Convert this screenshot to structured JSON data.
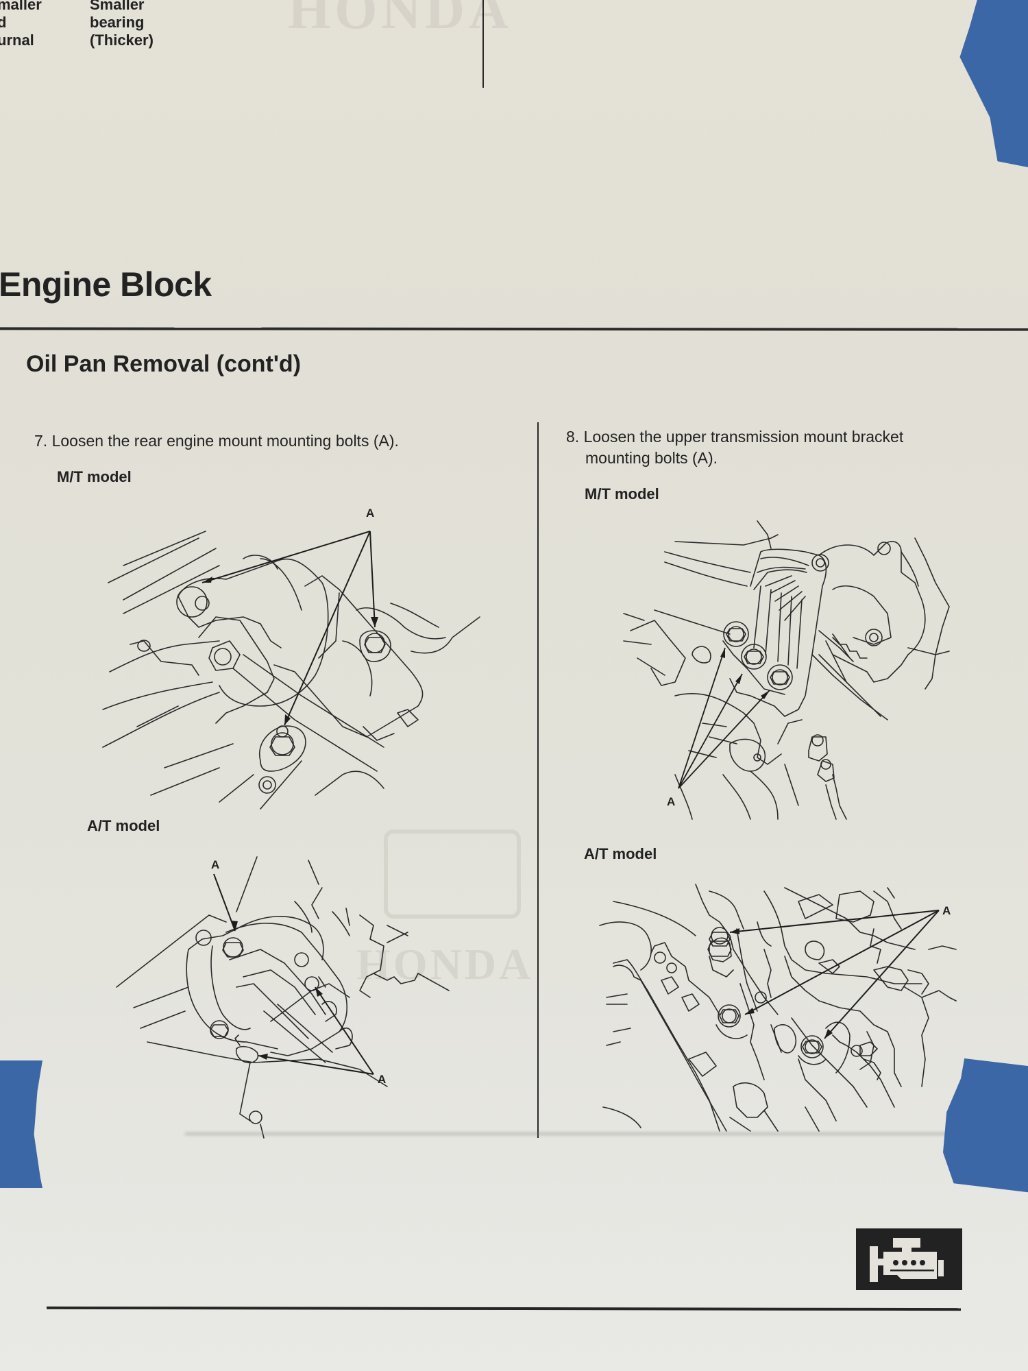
{
  "previous_page": {
    "col1_lines": [
      "maller",
      "d",
      "urnal"
    ],
    "col2_lines": [
      "Smaller",
      "bearing",
      "(Thicker)"
    ]
  },
  "header": {
    "section_title": "Engine Block",
    "subsection_title": "Oil Pan Removal (cont'd)"
  },
  "steps": [
    {
      "number": "7.",
      "text": "Loosen the rear engine mount mounting bolts (A).",
      "figures": [
        {
          "model_label": "M/T model",
          "callout": "A",
          "callout_count": 3
        },
        {
          "model_label": "A/T model",
          "callouts": [
            "A",
            "A"
          ],
          "callout_count": 3
        }
      ]
    },
    {
      "number": "8.",
      "text_line1": "Loosen the upper transmission mount bracket",
      "text_line2": "mounting bolts (A).",
      "figures": [
        {
          "model_label": "M/T model",
          "callout": "A",
          "callout_count": 3
        },
        {
          "model_label": "A/T model",
          "callout": "A",
          "callout_count": 3
        }
      ]
    }
  ],
  "footer": {
    "section_icon": "engine-icon"
  },
  "colors": {
    "paper": "#e3e1d8",
    "ink": "#222222",
    "tape_blue": "#3c67a6"
  }
}
